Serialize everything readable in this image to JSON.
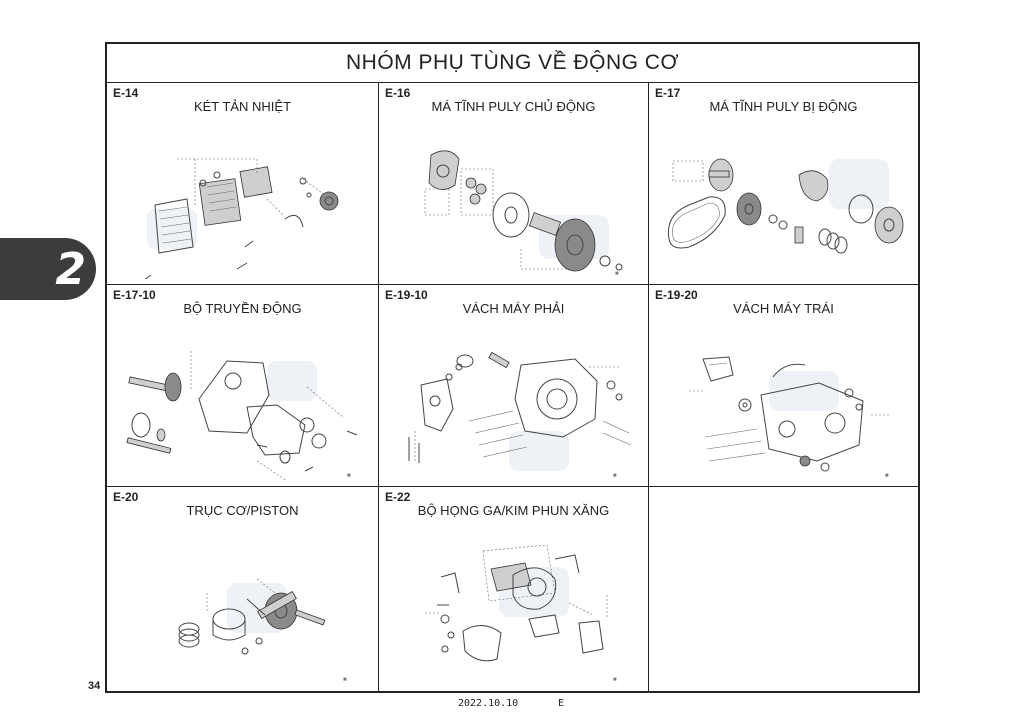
{
  "chapter_tab": "2",
  "header_title": "NHÓM PHỤ TÙNG VỀ ĐỘNG CƠ",
  "cells": [
    {
      "code": "E-14",
      "title": "KÉT TẢN NHIỆT"
    },
    {
      "code": "E-16",
      "title": "MÁ TĨNH PULY CHỦ ĐỘNG"
    },
    {
      "code": "E-17",
      "title": "MÁ TĨNH PULY BỊ ĐỘNG"
    },
    {
      "code": "E-17-10",
      "title": "BỘ TRUYỀN ĐỘNG"
    },
    {
      "code": "E-19-10",
      "title": "VÁCH MÁY PHẢI"
    },
    {
      "code": "E-19-20",
      "title": "VÁCH MÁY TRÁI"
    },
    {
      "code": "E-20",
      "title": "TRỤC CƠ/PISTON"
    },
    {
      "code": "E-22",
      "title": "BỘ HỌNG GA/KIM PHUN XĂNG"
    }
  ],
  "page_number": "34",
  "footer_date": "2022.10.10",
  "footer_edition": "E"
}
